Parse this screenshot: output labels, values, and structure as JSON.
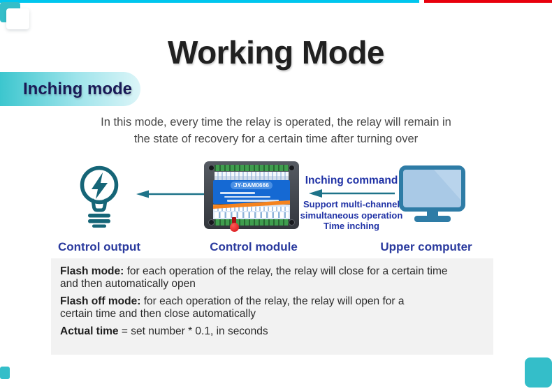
{
  "slide": {
    "title": "Working Mode",
    "section_pill": "Inching mode",
    "description": "In this mode, every time the relay is operated, the relay will remain in\nthe state of recovery for a certain time after turning over"
  },
  "diagram": {
    "command_label": "Inching command",
    "support_note": {
      "line1": "Support multi-channel",
      "line2": "simultaneous operation",
      "line3": "Time inching"
    },
    "module_model": "JY-DAM0666",
    "captions": {
      "control_output": "Control output",
      "control_module": "Control module",
      "upper_computer": "Upper computer"
    },
    "icons": {
      "bulb": "lightbulb-flash-icon",
      "monitor": "desktop-monitor-icon",
      "arrow_left_1": "left-arrow-module-to-output",
      "arrow_left_2": "left-arrow-computer-to-module"
    }
  },
  "notes": {
    "flash_mode": {
      "label": "Flash mode:",
      "text": " for each operation of the relay, the relay will close for a certain time\nand then automatically open"
    },
    "flash_off_mode": {
      "label": "Flash off mode:",
      "text": " for each operation of the relay, the relay will open for a\ncertain time and then close automatically"
    },
    "actual_time": {
      "label": "Actual time",
      "text": " = set number * 0.1, in seconds"
    }
  },
  "colors": {
    "accent_cyan": "#00c6ee",
    "accent_red": "#e8000d",
    "accent_teal": "#34bec9",
    "pill_gradient_start": "#3cc6ce",
    "pill_gradient_end": "#dcf5f8",
    "pill_text": "#191956",
    "diagram_text_blue": "#2133a6",
    "caption_blue": "#2a3a9e",
    "arrow_teal": "#1e7389",
    "bulb_teal": "#156577",
    "monitor_teal": "#2e7ca6",
    "module_blue": "#1569d3",
    "module_orange": "#f5831e",
    "notes_background": "#f2f2f2"
  }
}
